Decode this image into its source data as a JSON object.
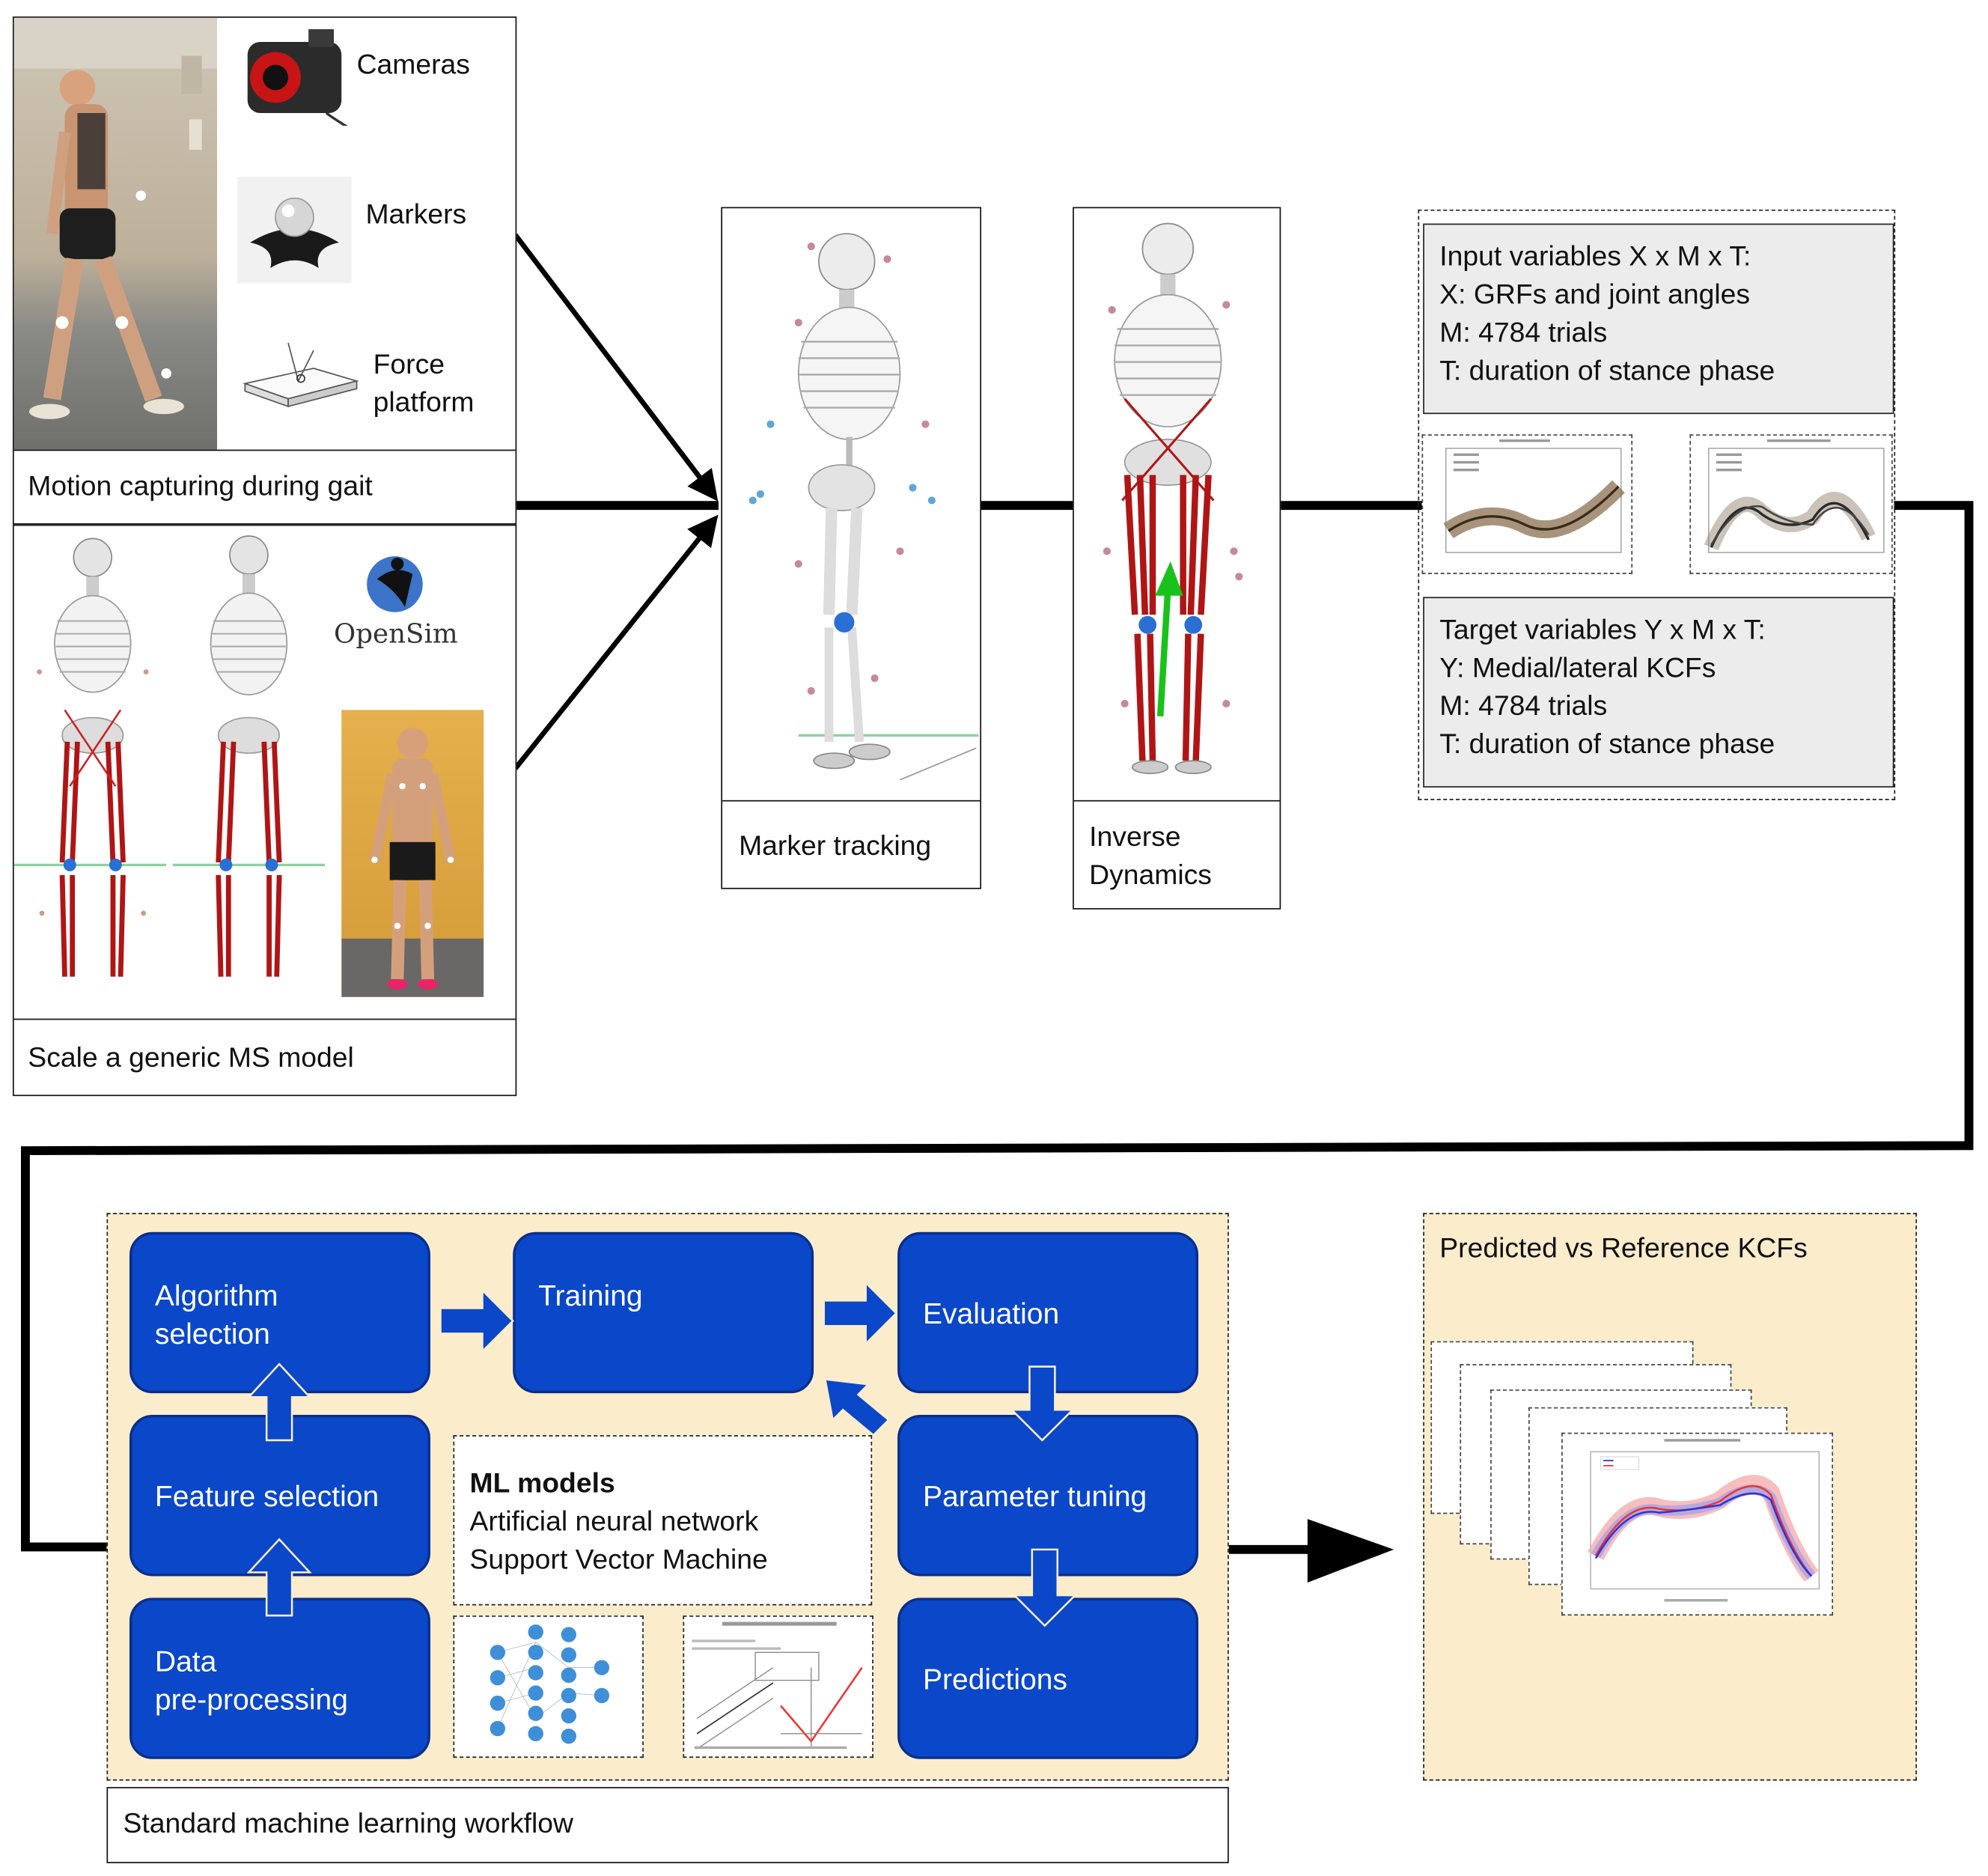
{
  "capture": {
    "cameras": "Cameras",
    "markers": "Markers",
    "force_line1": "Force",
    "force_line2": "platform",
    "caption": "Motion capturing during gait"
  },
  "scale": {
    "opensim": "OpenSim",
    "caption": "Scale a generic MS model"
  },
  "marker_tracking": "Marker tracking",
  "inverse_dynamics": {
    "line1": "Inverse",
    "line2": "Dynamics"
  },
  "input_vars": [
    "Input variables X x M x T:",
    "X: GRFs and joint angles",
    "M: 4784 trials",
    "T: duration of stance phase"
  ],
  "target_vars": [
    "Target variables Y x M x T:",
    "Y: Medial/lateral KCFs",
    "M: 4784 trials",
    "T: duration of stance phase"
  ],
  "workflow": {
    "algorithm": {
      "line1": "Algorithm",
      "line2": "selection"
    },
    "training": "Training",
    "evaluation": "Evaluation",
    "feature": "Feature selection",
    "parameter": "Parameter tuning",
    "data": {
      "line1": "Data",
      "line2": "pre-processing"
    },
    "predictions": "Predictions",
    "ml_title": "ML models",
    "ml_ann": "Artificial neural network",
    "ml_svm": "Support Vector Machine",
    "caption": "Standard machine learning workflow"
  },
  "results": {
    "title": "Predicted vs Reference KCFs"
  },
  "colors": {
    "workflow_blue": "#0a47c9",
    "panel_beige": "#fbeccb",
    "muscle_red": "#b01515"
  }
}
